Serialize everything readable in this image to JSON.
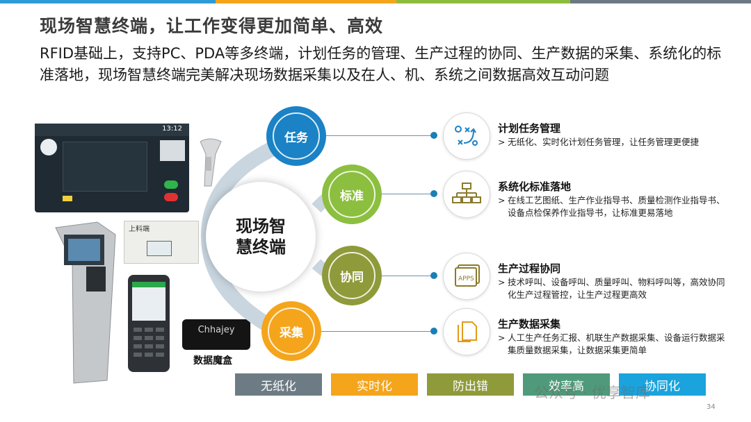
{
  "colors": {
    "topbar": [
      "#2e9bd6",
      "#f4a51c",
      "#8ebc3f",
      "#6d7a83"
    ],
    "node_task": "#1a82c5",
    "node_standard": "#8cbf3f",
    "node_collab": "#8f9a3a",
    "node_collect": "#f4a51c",
    "ring": "#8aa9c0"
  },
  "title": "现场智慧终端，让工作变得更加简单、高效",
  "subtitle": "RFID基础上，支持PC、PDA等多终端，计划任务的管理、生产过程的协同、生产数据的采集、系统化的标准落地，现场智慧终端完美解决现场数据采集以及在人、机、系统之间数据高效互动问题",
  "center": {
    "line1": "现场智",
    "line2": "慧终端"
  },
  "nodes": [
    {
      "label": "任务"
    },
    {
      "label": "标准"
    },
    {
      "label": "协同"
    },
    {
      "label": "采集"
    }
  ],
  "items": [
    {
      "icon": "tactics-icon",
      "title": "计划任务管理",
      "bullet": ">",
      "desc": "无纸化、实时化计划任务管理，让任务管理更便捷"
    },
    {
      "icon": "org-chart-icon",
      "title": "系统化标准落地",
      "bullet": ">",
      "desc": "在线工艺图纸、生产作业指导书、质量检测作业指导书、设备点检保养作业指导书，让标准更易落地"
    },
    {
      "icon": "apps-icon",
      "icon_text": "APPS",
      "title": "生产过程协同",
      "bullet": ">",
      "desc": "技术呼叫、设备呼叫、质量呼叫、物料呼叫等，高效协同化生产过程管控，让生产过程更高效"
    },
    {
      "icon": "documents-icon",
      "title": "生产数据采集",
      "bullet": ">",
      "desc": "人工生产任务汇报、机联生产数据采集、设备运行数据采集质量数据采集，让数据采集更简单"
    }
  ],
  "tags": [
    {
      "label": "无纸化",
      "color": "#6d7b84"
    },
    {
      "label": "实时化",
      "color": "#f4a51c"
    },
    {
      "label": "防出错",
      "color": "#8f9a3a"
    },
    {
      "label": "效率高",
      "color": "#4e9a7a"
    },
    {
      "label": "协同化",
      "color": "#1aa3dc"
    }
  ],
  "devices": {
    "screen_header": "13:12",
    "box_brand": "Chhajey",
    "box_caption": "数据魔盒",
    "label_tag": "上料端"
  },
  "watermark": "公众号 · 优享智库",
  "page_number": "34"
}
